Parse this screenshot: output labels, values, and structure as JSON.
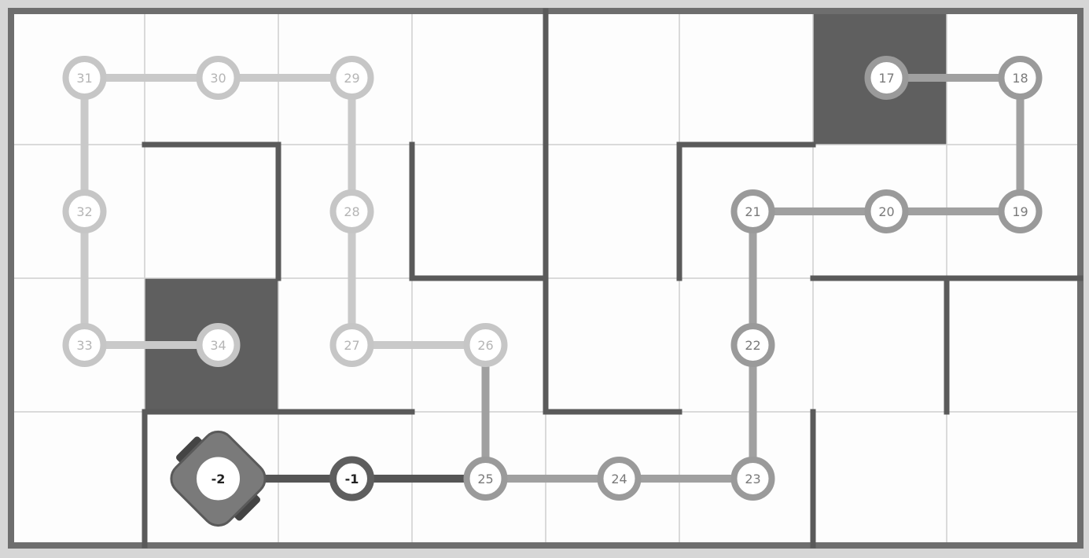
{
  "board": {
    "cols": 8,
    "rows": 4,
    "dark_cells": [
      {
        "col": 6,
        "row": 0
      },
      {
        "col": 1,
        "row": 2
      }
    ],
    "walls": [
      {
        "orient": "h",
        "row": 1,
        "from_col": 1,
        "to_col": 2
      },
      {
        "orient": "v",
        "col": 2,
        "from_row": 1,
        "to_row": 2
      },
      {
        "orient": "v",
        "col": 3,
        "from_row": 1,
        "to_row": 2
      },
      {
        "orient": "h",
        "row": 2,
        "from_col": 3,
        "to_col": 4
      },
      {
        "orient": "v",
        "col": 4,
        "from_row": 0,
        "to_row": 3
      },
      {
        "orient": "h",
        "row": 3,
        "from_col": 4,
        "to_col": 5
      },
      {
        "orient": "v",
        "col": 5,
        "from_row": 1,
        "to_row": 2
      },
      {
        "orient": "h",
        "row": 1,
        "from_col": 5,
        "to_col": 6
      },
      {
        "orient": "h",
        "row": 2,
        "from_col": 6,
        "to_col": 8
      },
      {
        "orient": "v",
        "col": 7,
        "from_row": 2,
        "to_row": 3
      },
      {
        "orient": "v",
        "col": 6,
        "from_row": 3,
        "to_row": 4
      },
      {
        "orient": "h",
        "row": 3,
        "from_col": 1,
        "to_col": 3
      },
      {
        "orient": "v",
        "col": 1,
        "from_row": 3,
        "to_row": 4
      }
    ]
  },
  "path": {
    "nodes": [
      {
        "label": "-2",
        "col": 1.55,
        "row": 3.5,
        "style": "robot"
      },
      {
        "label": "-1",
        "col": 2.55,
        "row": 3.5,
        "style": "dark"
      },
      {
        "label": "25",
        "col": 3.55,
        "row": 3.5,
        "style": "light"
      },
      {
        "label": "24",
        "col": 4.55,
        "row": 3.5,
        "style": "light"
      },
      {
        "label": "23",
        "col": 5.55,
        "row": 3.5,
        "style": "light"
      },
      {
        "label": "22",
        "col": 5.55,
        "row": 2.5,
        "style": "light"
      },
      {
        "label": "21",
        "col": 5.55,
        "row": 1.5,
        "style": "light"
      },
      {
        "label": "20",
        "col": 6.55,
        "row": 1.5,
        "style": "light"
      },
      {
        "label": "19",
        "col": 7.55,
        "row": 1.5,
        "style": "light"
      },
      {
        "label": "18",
        "col": 7.55,
        "row": 0.5,
        "style": "light"
      },
      {
        "label": "17",
        "col": 6.55,
        "row": 0.5,
        "style": "light"
      },
      {
        "label": "26",
        "col": 3.55,
        "row": 2.5,
        "style": "faded"
      },
      {
        "label": "27",
        "col": 2.55,
        "row": 2.5,
        "style": "faded"
      },
      {
        "label": "28",
        "col": 2.55,
        "row": 1.5,
        "style": "faded"
      },
      {
        "label": "29",
        "col": 2.55,
        "row": 0.5,
        "style": "faded"
      },
      {
        "label": "30",
        "col": 1.55,
        "row": 0.5,
        "style": "faded"
      },
      {
        "label": "31",
        "col": 0.55,
        "row": 0.5,
        "style": "faded"
      },
      {
        "label": "32",
        "col": 0.55,
        "row": 1.5,
        "style": "faded"
      },
      {
        "label": "33",
        "col": 0.55,
        "row": 2.5,
        "style": "faded"
      },
      {
        "label": "34",
        "col": 1.55,
        "row": 2.5,
        "style": "faded"
      }
    ],
    "edges": [
      [
        "-2",
        "-1",
        "dark"
      ],
      [
        "-1",
        "25",
        "dark"
      ],
      [
        "25",
        "24",
        "mid"
      ],
      [
        "24",
        "23",
        "mid"
      ],
      [
        "23",
        "22",
        "mid"
      ],
      [
        "22",
        "21",
        "mid"
      ],
      [
        "21",
        "20",
        "mid"
      ],
      [
        "20",
        "19",
        "mid"
      ],
      [
        "19",
        "18",
        "mid"
      ],
      [
        "18",
        "17",
        "mid"
      ],
      [
        "25",
        "26",
        "mid"
      ],
      [
        "26",
        "27",
        "faded"
      ],
      [
        "27",
        "28",
        "faded"
      ],
      [
        "28",
        "29",
        "faded"
      ],
      [
        "29",
        "30",
        "faded"
      ],
      [
        "30",
        "31",
        "faded"
      ],
      [
        "31",
        "32",
        "faded"
      ],
      [
        "32",
        "33",
        "faded"
      ],
      [
        "33",
        "34",
        "faded"
      ]
    ]
  },
  "colors": {
    "board_bg": "#fdfdfd",
    "grid_line": "#cfcfcf",
    "border": "#6e6e6e",
    "wall": "#5a5a5a",
    "dark_cell": "#5f5f5f",
    "robot_body": "#7a7a7a",
    "robot_wheel": "#444444",
    "node_dark_ring": "#5e5e5e",
    "node_mid_ring": "#9a9a9a",
    "node_faded_ring": "#c6c6c6",
    "edge_dark": "#555555",
    "edge_mid": "#a0a0a0",
    "edge_faded": "#c9c9c9"
  }
}
